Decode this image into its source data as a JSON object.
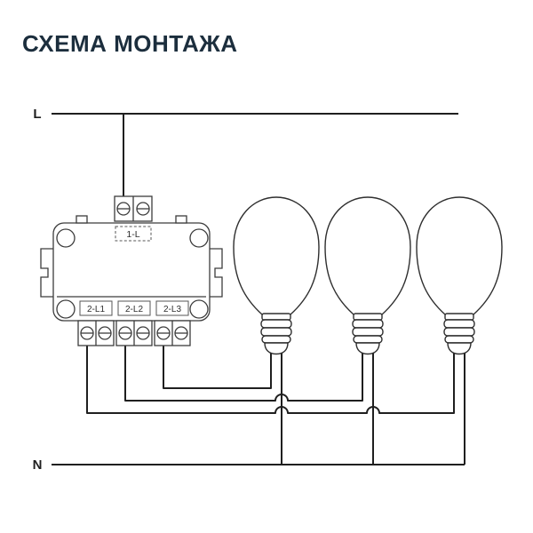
{
  "title": {
    "text": "СХЕМА МОНТАЖА"
  },
  "colors": {
    "background": "#ffffff",
    "title": "#1c2e3d",
    "wire": "#1f1f1f",
    "device_outline": "#3c3c3c",
    "label_text": "#2e2e2e"
  },
  "labels": {
    "live": "L",
    "neutral": "N",
    "input_terminal": "1-L",
    "output_terminals": [
      "2-L1",
      "2-L2",
      "2-L3"
    ]
  },
  "bulbs": {
    "count": 3
  }
}
